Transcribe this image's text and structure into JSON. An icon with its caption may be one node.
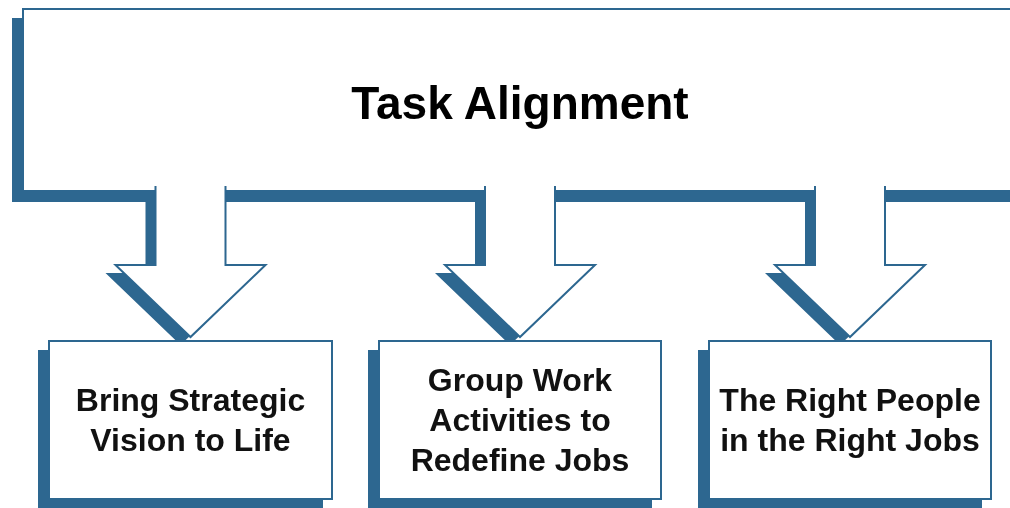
{
  "diagram": {
    "nodes": [
      {
        "text": [
          "Task Alignment"
        ]
      },
      {
        "text": [
          "Bring Strategic Vision to Life"
        ]
      },
      {
        "text": [
          "Group Work Activities to Redefine Jobs"
        ]
      },
      {
        "text": [
          "The Right People in the Right Jobs"
        ]
      }
    ],
    "edges": [
      {
        "from": 0,
        "to": 1,
        "arrow": "to"
      },
      {
        "from": 0,
        "to": 2,
        "arrow": "to"
      },
      {
        "from": 0,
        "to": 3,
        "arrow": "to"
      }
    ]
  }
}
